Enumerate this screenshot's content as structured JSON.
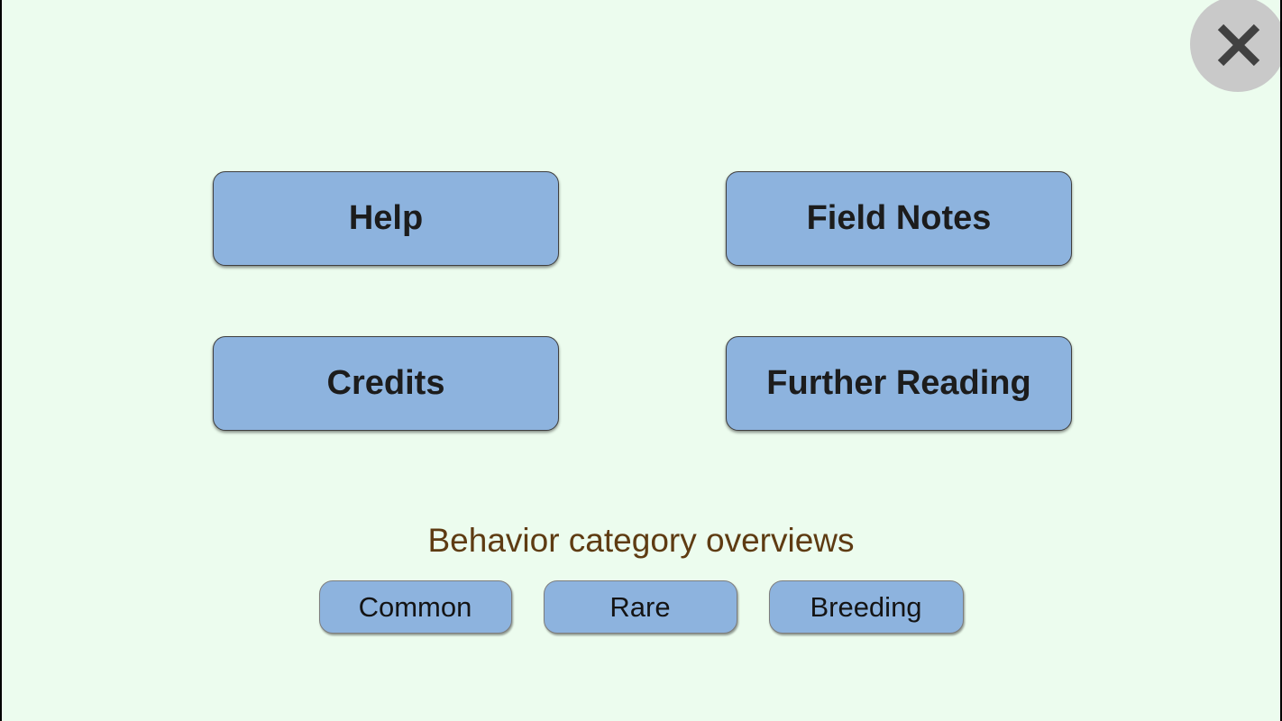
{
  "screen": {
    "background_color": "#ecfcee",
    "edge_bar_color": "#000000"
  },
  "colors": {
    "button_fill": "#8db3de",
    "button_border_dark": "#3f3f3f",
    "button_border_light": "#7d7d7d",
    "button_text": "#1c1c1c",
    "heading_text": "#5e3b12",
    "close_circle": "#c9c9c9",
    "close_glyph": "#414141"
  },
  "close_button": {
    "icon": "close-x"
  },
  "menu_buttons": [
    {
      "label": "Help"
    },
    {
      "label": "Field Notes"
    },
    {
      "label": "Credits"
    },
    {
      "label": "Further Reading"
    }
  ],
  "category_section": {
    "heading": "Behavior category overviews",
    "buttons": [
      {
        "label": "Common"
      },
      {
        "label": "Rare"
      },
      {
        "label": "Breeding"
      }
    ]
  }
}
